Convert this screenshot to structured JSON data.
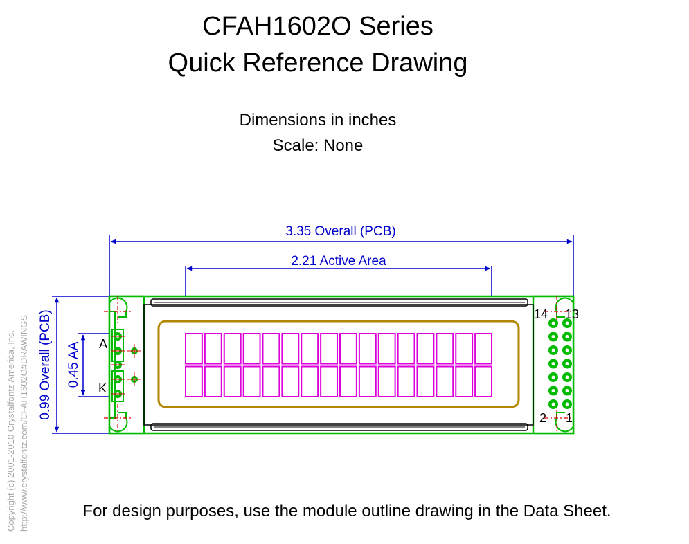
{
  "header": {
    "title_line1": "CFAH1602O Series",
    "title_line2": "Quick Reference Drawing",
    "units": "Dimensions in inches",
    "scale": "Scale: None"
  },
  "dimensions": {
    "overall_width": "3.35 Overall (PCB)",
    "active_area_width": "2.21 Active Area",
    "overall_height": "0.99 Overall (PCB)",
    "active_area_height": "0.45 AA"
  },
  "labels": {
    "backlight_anode": "A",
    "backlight_cathode": "K",
    "pin_14": "14",
    "pin_13": "13",
    "pin_2": "2",
    "pin_1": "1"
  },
  "copyright": {
    "line1": "Copyright (c) 2001-2010 Crystalfontz America, Inc.",
    "line2": "http://www.crystalfontz.com/CFAH1602O#DRAWINGS"
  },
  "footer": {
    "note": "For design purposes, use the module outline drawing in the Data Sheet."
  },
  "display": {
    "rows": 2,
    "columns": 16
  },
  "colors": {
    "pcb": "#00bb00",
    "dimension": "#0000cc",
    "bezel": "#b38600",
    "characters": "#dd00dd",
    "centerline": "#dd0000"
  }
}
